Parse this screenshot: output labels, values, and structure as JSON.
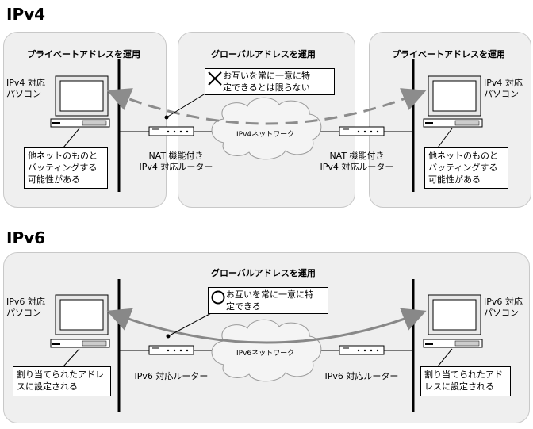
{
  "ipv4": {
    "title": "IPv4",
    "left_heading": "プライベートアドレスを運用",
    "center_heading": "グローバルアドレスを運用",
    "right_heading": "プライベートアドレスを運用",
    "left_pc_label": [
      "IPv4 対応",
      "パソコン"
    ],
    "right_pc_label": [
      "IPv4 対応",
      "パソコン"
    ],
    "left_callout": [
      "他ネットのものと",
      "バッティングする",
      "可能性がある"
    ],
    "right_callout": [
      "他ネットのものと",
      "バッティングする",
      "可能性がある"
    ],
    "note": [
      "お互いを常に一意に特",
      "定できるとは限らない"
    ],
    "note_symbol": "cross-mark",
    "cloud_label": "IPv4ネットワーク",
    "left_router": [
      "NAT 機能付き",
      "IPv4 対応ルーター"
    ],
    "right_router": [
      "NAT 機能付き",
      "IPv4 対応ルーター"
    ]
  },
  "ipv6": {
    "title": "IPv6",
    "heading": "グローバルアドレスを運用",
    "left_pc_label": [
      "IPv6 対応",
      "パソコン"
    ],
    "right_pc_label": [
      "IPv6 対応",
      "パソコン"
    ],
    "left_callout": [
      "割り当てられたアドレ",
      "スに設定される"
    ],
    "right_callout": [
      "割り当てられたアド",
      "レスに設定される"
    ],
    "note": [
      "お互いを常に一意に特",
      "定できる"
    ],
    "note_symbol": "circle-mark",
    "cloud_label": "IPv6ネットワーク",
    "left_router": [
      "IPv6 対応ルーター"
    ],
    "right_router": [
      "IPv6 対応ルーター"
    ]
  },
  "colors": {
    "panel": "#efefef",
    "panel_border": "#c8c8c8",
    "arrow_ipv4": "#8c8c8c",
    "arrow_ipv6": "#888888",
    "cloud": "#f4f4f4"
  }
}
